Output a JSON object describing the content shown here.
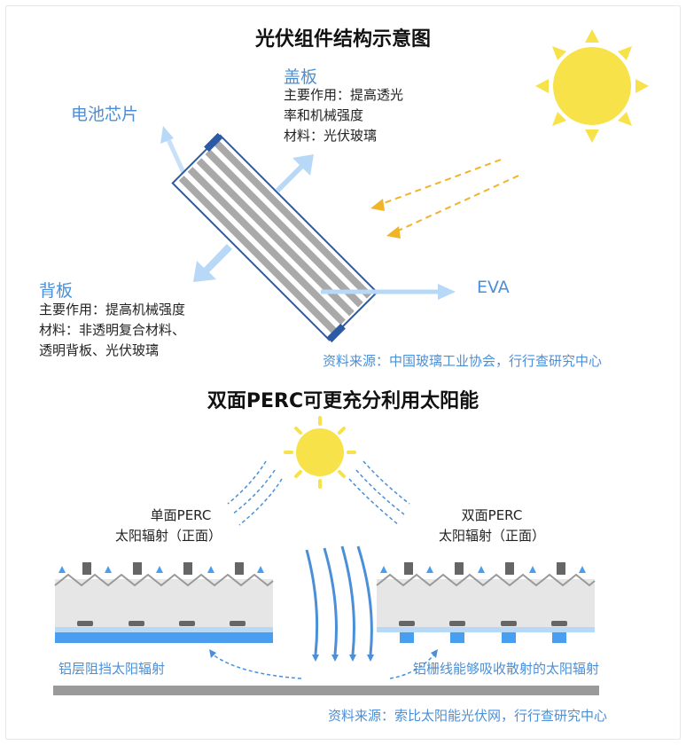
{
  "diagram1": {
    "title": "光伏组件结构示意图",
    "cell_label": "电池芯片",
    "cover": {
      "label": "盖板",
      "line1": "主要作用：提高透光",
      "line2": "率和机械强度",
      "line3": "材料：光伏玻璃"
    },
    "back": {
      "label": "背板",
      "line1": "主要作用：提高机械强度",
      "line2": "材料：非透明复合材料、",
      "line3": "透明背板、光伏玻璃"
    },
    "eva_label": "EVA",
    "source": "资料来源：中国玻璃工业协会，行行查研究中心"
  },
  "diagram2": {
    "title": "双面PERC可更充分利用太阳能",
    "single": {
      "line1": "单面PERC",
      "line2": "太阳辐射（正面）"
    },
    "double": {
      "line1": "双面PERC",
      "line2": "太阳辐射（正面）"
    },
    "left_caption": "铝层阻挡太阳辐射",
    "right_caption": "铝栅线能够吸收散射的太阳辐射",
    "source": "资料来源：索比太阳能光伏网，行行查研究中心"
  },
  "colors": {
    "accent_blue": "#4a8fd8",
    "light_blue": "#b8d8f7",
    "sun_yellow": "#f7e24a",
    "ray_orange": "#f0b429",
    "panel_gray": "#a8a8a8",
    "frame_blue": "#2a5aa8"
  },
  "icons": [
    "sun-icon",
    "arrow-icon"
  ]
}
